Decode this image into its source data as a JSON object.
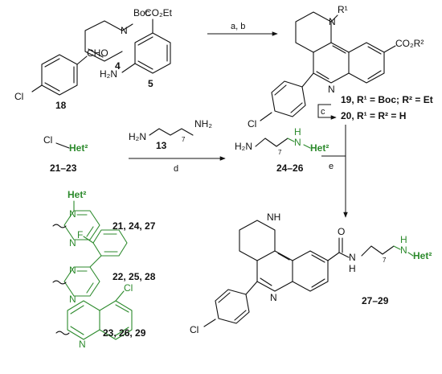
{
  "compounds": {
    "c4": {
      "label": "4",
      "boc": "Boc",
      "n": "N"
    },
    "c5": {
      "label": "5",
      "ester": "CO₂Et",
      "amine": "H₂N"
    },
    "c18": {
      "label": "18",
      "cl": "Cl",
      "cho": "CHO"
    },
    "c19_20": {
      "r1": "R¹",
      "co2r2": "CO₂R²",
      "n_ring": "N",
      "n_pyr": "N",
      "cl": "Cl",
      "label19": "19, R¹ = Boc; R² = Et",
      "label20": "20, R¹ = R² = H"
    },
    "c21_23": {
      "cl": "Cl",
      "het": "Het²",
      "label": "21–23"
    },
    "c13": {
      "h2n_left": "H₂N",
      "nh2_right": "NH₂",
      "repeat": "7",
      "label": "13"
    },
    "c24_26": {
      "h2n": "H₂N",
      "nh": "N",
      "h": "H",
      "het": "Het²",
      "repeat": "7",
      "label": "24–26"
    },
    "het_group": {
      "title": "Het²",
      "pyrimidine": {
        "n1": "N",
        "n2": "N",
        "label": "21, 24, 27"
      },
      "fluorophenyl_pyrimidine": {
        "f": "F",
        "n1": "N",
        "n2": "N",
        "label": "22, 25, 28"
      },
      "chloroquinoline": {
        "cl": "Cl",
        "n": "N",
        "label": "23, 26, 29"
      }
    },
    "c27_29": {
      "nh": "NH",
      "o": "O",
      "amide_nh": "N",
      "amide_h": "H",
      "repeat": "7",
      "n_end": "N",
      "h_end": "H",
      "het": "Het²",
      "n_pyr": "N",
      "cl": "Cl",
      "label": "27–29"
    }
  },
  "conditions": {
    "ab": "a, b",
    "c": "c",
    "d": "d",
    "e": "e"
  }
}
